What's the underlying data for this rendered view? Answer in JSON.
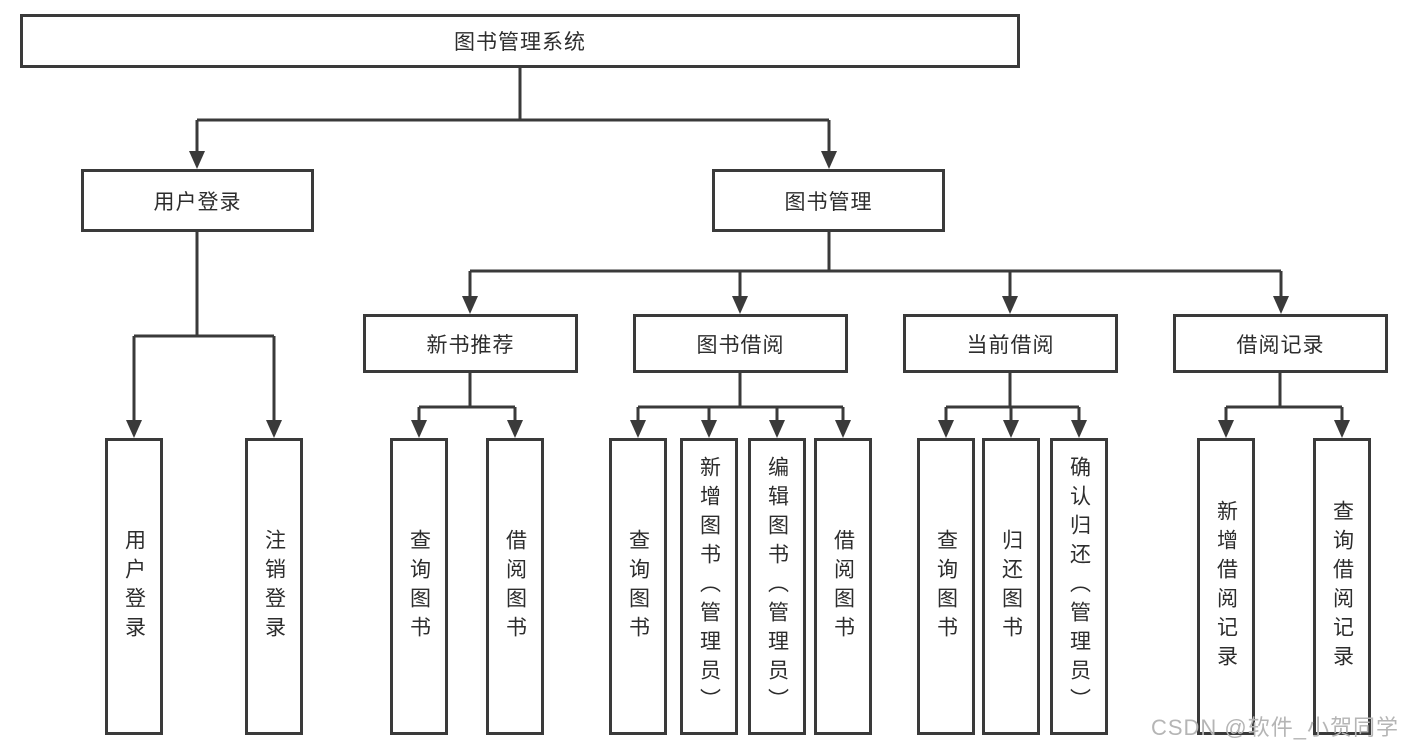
{
  "tree": {
    "root": "图书管理系统",
    "branches": [
      {
        "label": "用户登录",
        "leaves": [
          "用户登录",
          "注销登录"
        ]
      },
      {
        "label": "图书管理",
        "groups": [
          {
            "label": "新书推荐",
            "leaves": [
              "查询图书",
              "借阅图书"
            ]
          },
          {
            "label": "图书借阅",
            "leaves": [
              "查询图书",
              "新增图书（管理员）",
              "编辑图书（管理员）",
              "借阅图书"
            ]
          },
          {
            "label": "当前借阅",
            "leaves": [
              "查询图书",
              "归还图书",
              "确认归还（管理员）"
            ]
          },
          {
            "label": "借阅记录",
            "leaves": [
              "新增借阅记录",
              "查询借阅记录"
            ]
          }
        ]
      }
    ]
  },
  "watermark": "CSDN @软件_小贺同学",
  "colors": {
    "line": "#3a3a3a",
    "text": "#2d2d2d",
    "box_background": "#ffffff",
    "watermark": "#b5b5b5"
  }
}
